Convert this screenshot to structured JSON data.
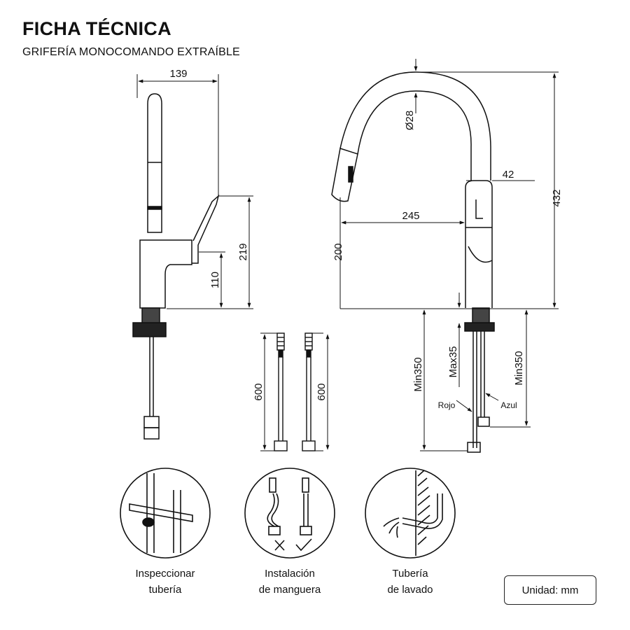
{
  "header": {
    "title": "FICHA TÉCNICA",
    "subtitle": "GRIFERÍA MONOCOMANDO EXTRAÍBLE"
  },
  "side_view": {
    "width_top": "139",
    "height_lever": "219",
    "height_body": "110"
  },
  "hoses": {
    "length_left": "600",
    "length_right": "600"
  },
  "front_view": {
    "spout_diameter": "Ø28",
    "body_width": "42",
    "reach": "245",
    "total_height": "432",
    "spout_clearance": "200",
    "min_left": "Min350",
    "max_thread": "Max35",
    "min_right": "Min350",
    "label_red": "Rojo",
    "label_blue": "Azul"
  },
  "instructions": [
    {
      "line1": "Inspeccionar",
      "line2": "tubería"
    },
    {
      "line1": "Instalación",
      "line2": "de manguera"
    },
    {
      "line1": "Tubería",
      "line2": "de lavado"
    }
  ],
  "unit": "Unidad: mm"
}
